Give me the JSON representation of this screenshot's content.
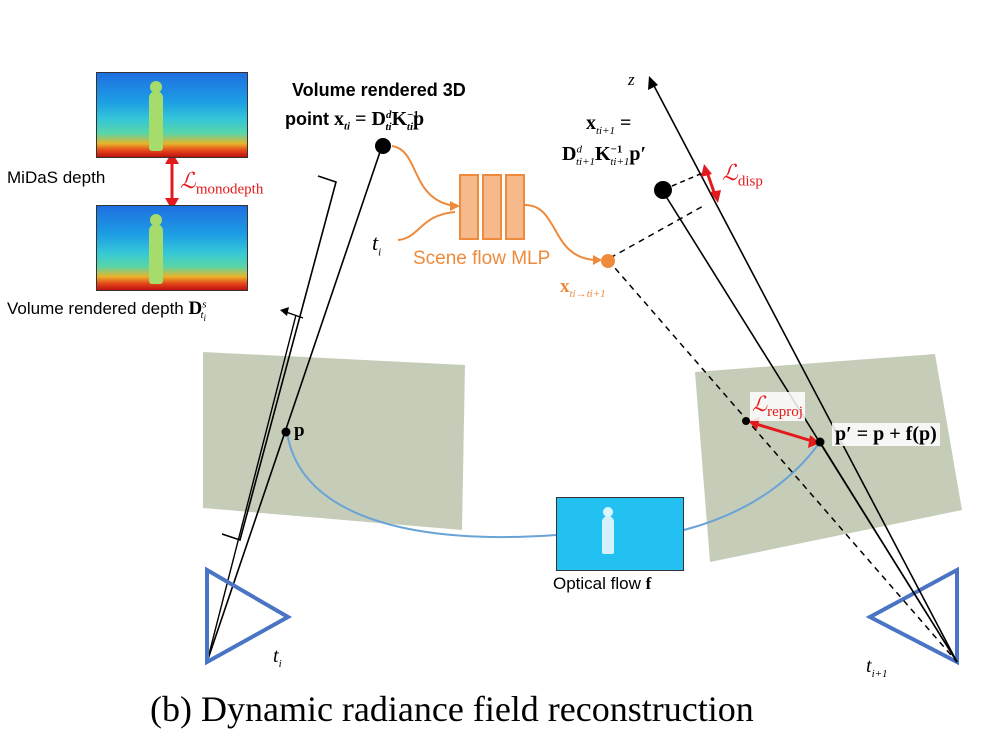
{
  "labels": {
    "midas_depth": "MiDaS depth",
    "loss_monodepth_symbol": "ℒ",
    "loss_monodepth_sub": "monodepth",
    "volume_depth_text": "Volume rendered depth ",
    "volume_depth_D": "D",
    "volume_depth_sup": "s",
    "volume_depth_sub": "t",
    "volume_depth_subsub": "i",
    "point_line1": "Volume rendered 3D",
    "point_line2_a": "point ",
    "point_line2_x": "x",
    "point_line2_sub": "ti",
    "point_line2_eq": " = D",
    "point_line2_dsup": "d",
    "point_line2_dsub": "ti",
    "point_line2_K": "K",
    "point_line2_ksup": "−1",
    "point_line2_ksub": "ti",
    "point_line2_p": "p",
    "ti_input": "t",
    "ti_input_sub": "i",
    "scene_flow_mlp": "Scene flow MLP",
    "x_warp": "x",
    "x_warp_sub": "ti→ti+1",
    "x_next_line1_x": "x",
    "x_next_line1_sub": "ti+1",
    "x_next_line1_eq": " =",
    "x_next_line2_D": "D",
    "x_next_line2_dsup": "d",
    "x_next_line2_dsub": "ti+1",
    "x_next_line2_K": "K",
    "x_next_line2_ksup": "−1",
    "x_next_line2_ksub": "ti+1",
    "x_next_line2_p": "p′",
    "loss_disp_symbol": "ℒ",
    "loss_disp_sub": "disp",
    "z_axis": "z",
    "p_label": "p",
    "loss_reproj_symbol": "ℒ",
    "loss_reproj_sub": "reproj",
    "p_prime_label": "p′ = p + f(p)",
    "optical_flow": "Optical flow ",
    "optical_flow_f": "f",
    "cam_ti": "t",
    "cam_ti_sub": "i",
    "cam_ti1": "t",
    "cam_ti1_sub": "i+1",
    "caption": "(b) Dynamic radiance field reconstruction"
  },
  "colors": {
    "orange": "#ee8a3c",
    "orange_fill": "#f6b98c",
    "red": "#e31a1c",
    "blue": "#4a74c4",
    "flow_line": "#6aa3d6"
  }
}
